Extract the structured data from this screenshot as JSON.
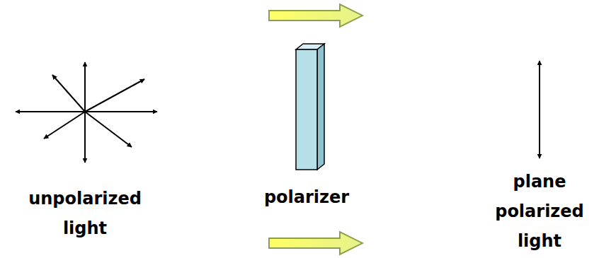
{
  "diagram": {
    "labels": [
      "unpolarized light",
      "polarizer",
      "plane polarized light"
    ]
  }
}
